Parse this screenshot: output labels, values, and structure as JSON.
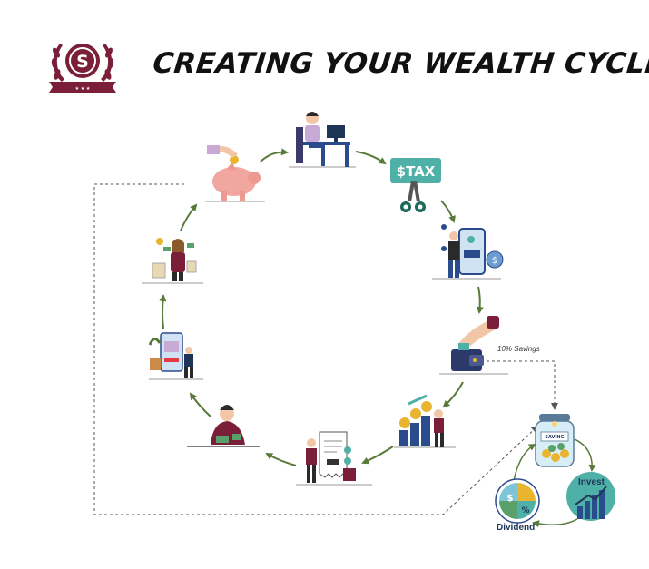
{
  "title": "CREATING YOUR WEALTH CYCLE",
  "logo": {
    "letter": "S",
    "color": "#7b1e3a"
  },
  "labels": {
    "savings": "10% Savings",
    "invest": "Invest",
    "dividend": "Dividend"
  },
  "icons": {
    "tax_sign": "$TAX",
    "jar_text": "SAVING",
    "dividend_symbols": [
      "$",
      "%"
    ]
  },
  "cycle_steps": [
    "piggy-bank-icon",
    "office-worker-icon",
    "tax-scissors-icon",
    "mobile-payment-icon",
    "wallet-savings-icon",
    "coin-growth-icon",
    "bill-receipt-icon",
    "person-counting-money-icon",
    "online-shopping-icon",
    "shopping-spending-icon"
  ],
  "colors": {
    "brand": "#7b1e3a",
    "arrow": "#5a7a3a",
    "dashed": "#555555",
    "accent_blue": "#2b4c8c",
    "teal": "#4fb0a7",
    "gold": "#e9b530",
    "pink": "#f2a6a0",
    "purple": "#c9a9d6"
  }
}
